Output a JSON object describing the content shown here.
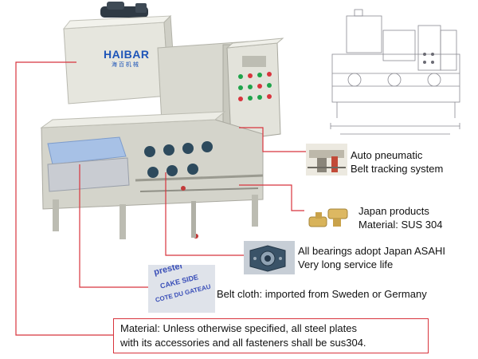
{
  "machine": {
    "brand_logo": "HAIBAR",
    "brand_sub": "海 百 机 械"
  },
  "callouts": {
    "pneumatic": {
      "line1": "Auto pneumatic",
      "line2": "Belt tracking system"
    },
    "japan": {
      "line1": "Japan products",
      "line2": "Material: SUS 304"
    },
    "bearings": {
      "line1": "All bearings adopt Japan ASAHI",
      "line2": "Very long service life"
    },
    "belt_cloth": {
      "text": "Belt cloth: imported from Sweden or Germany"
    },
    "material": {
      "line1": "Material: Unless otherwise specified, all steel plates",
      "line2": "with its accessories and all fasteners shall be sus304."
    }
  },
  "belt_sample": {
    "word1": "prester",
    "word2": "CAKE SIDE",
    "word3": "COTE DU GATEAU"
  },
  "colors": {
    "leader_line": "#d8343d",
    "machine_body": "#dcdcd4",
    "panel_green": "#1fa34a",
    "panel_red": "#d8343d",
    "belt_print": "#3a4fb8"
  }
}
